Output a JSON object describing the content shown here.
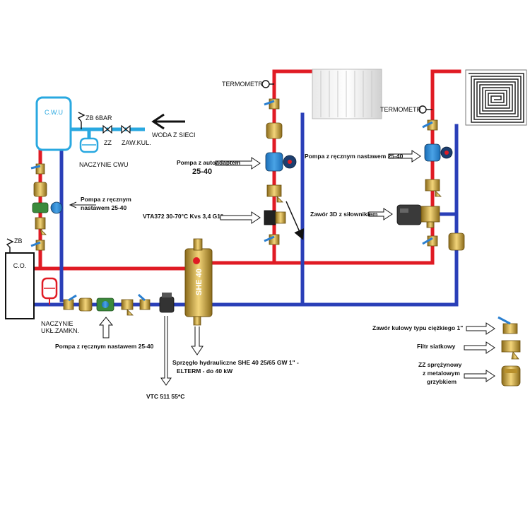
{
  "colors": {
    "hot": "#e01b24",
    "cold": "#2a3fb8",
    "water": "#29a8e0",
    "brass": "#c9a23a"
  },
  "labels": {
    "cwu": "C.W.U",
    "zb_6bar": "ZB 6BAR",
    "woda_z_sieci": "WODA Z SIECI",
    "zz": "ZZ",
    "zaw_kul": "ZAW.KUL.",
    "naczynie_cwu": "NACZYNIE CWU",
    "pompa_cwu_1": "Pompa z ręcznym",
    "pompa_cwu_2": "nastawem 25-40",
    "zb": "ZB",
    "co": "C.O.",
    "naczynie_uklad_1": "NACZYNIE",
    "naczynie_uklad_2": "UKŁ.ZAMKN.",
    "pompa_bottom": "Pompa z ręcznym nastawem 25-40",
    "vtc": "VTC 511 55*C",
    "sprzeglo_1": "Sprzęgło hydrauliczne SHE 40 25/65 GW 1\" -",
    "sprzeglo_2": "ELTERM - do 40 kW",
    "she_text": "SHE 40",
    "termometr_1": "TERMOMETR",
    "termometr_2": "TERMOMETR",
    "pompa_auto_1": "Pompa z autoadaptem",
    "pompa_auto_2": "25-40",
    "vta": "VTA372 30-70°C Kvs 3,4 G1\"",
    "pompa_right": "Pompa z ręcznym nastawem 25-40",
    "zawor_3d": "Zawór 3D z siłownikiem",
    "legend_kulowy": "Zawór kulowy typu ciężkiego 1\"",
    "legend_filtr": "Filtr siatkowy",
    "legend_zz_1": "ZZ sprężynowy",
    "legend_zz_2": "z metalowym",
    "legend_zz_3": "grzybkiem"
  }
}
